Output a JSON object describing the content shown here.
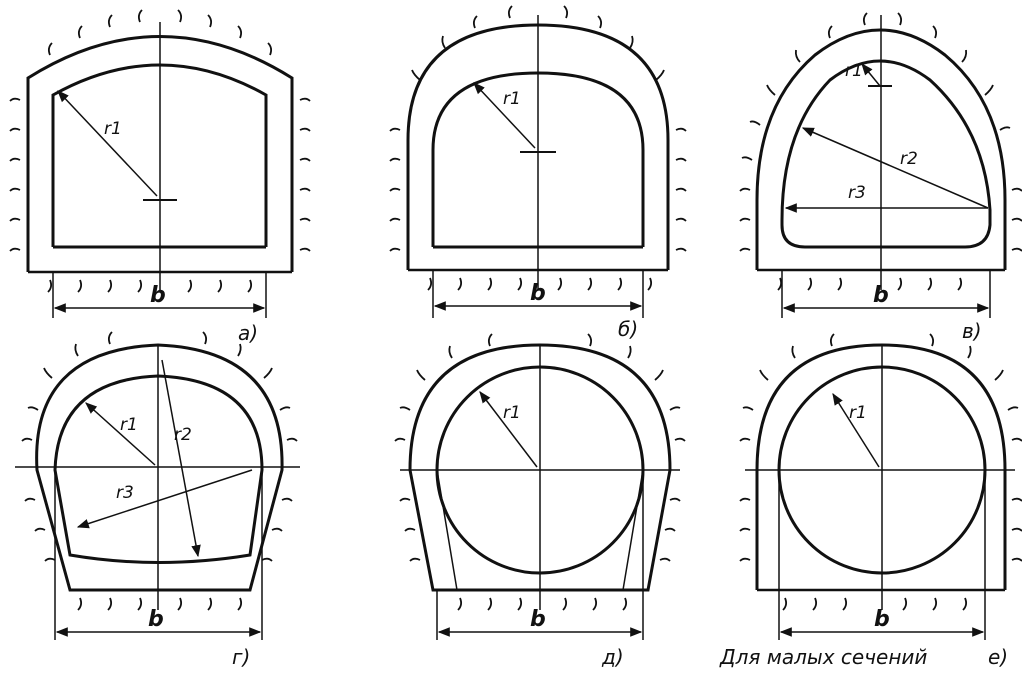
{
  "panels": [
    {
      "id": "a",
      "label": "a)",
      "dim": "b",
      "radii": [
        "r1"
      ]
    },
    {
      "id": "b",
      "label": "б)",
      "dim": "b",
      "radii": [
        "r1"
      ]
    },
    {
      "id": "v",
      "label": "в)",
      "dim": "b",
      "radii": [
        "r1",
        "r2",
        "r3"
      ]
    },
    {
      "id": "g",
      "label": "г)",
      "dim": "b",
      "radii": [
        "r1",
        "r2",
        "r3"
      ]
    },
    {
      "id": "d",
      "label": "д)",
      "dim": "b",
      "radii": [
        "r1"
      ]
    },
    {
      "id": "e",
      "label": "е)",
      "dim": "b",
      "radii": [
        "r1"
      ]
    }
  ],
  "note": "Для малых сечений"
}
